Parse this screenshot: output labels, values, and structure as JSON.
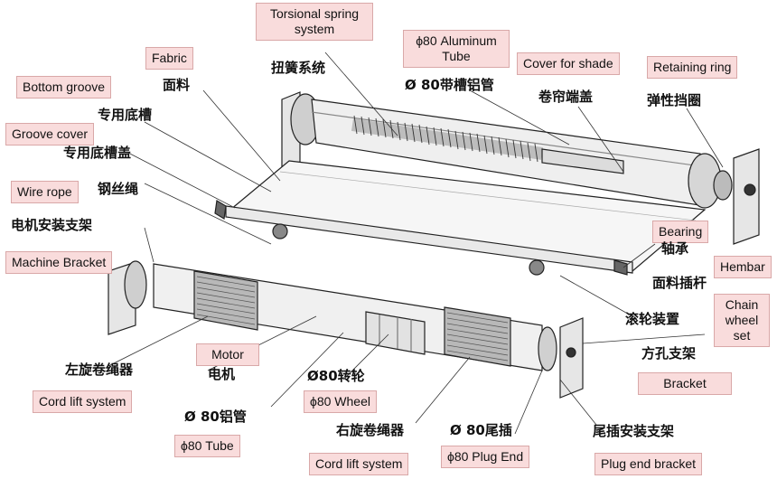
{
  "labels_en": {
    "torsional_spring": "Torsional spring system",
    "aluminum_tube": "ϕ80 Aluminum Tube",
    "cover_shade": "Cover for shade",
    "retaining_ring": "Retaining ring",
    "fabric": "Fabric",
    "bottom_groove": "Bottom groove",
    "groove_cover": "Groove cover",
    "wire_rope": "Wire rope",
    "machine_bracket": "Machine Bracket",
    "bearing": "Bearing",
    "hembar": "Hembar",
    "chain_wheel": "Chain wheel set",
    "bracket": "Bracket",
    "motor": "Motor",
    "cord_lift_left": "Cord lift system",
    "wheel": "ϕ80 Wheel",
    "tube": "ϕ80 Tube",
    "cord_lift_right": "Cord lift system",
    "plug_end": "ϕ80 Plug End",
    "plug_end_bracket": "Plug end bracket"
  },
  "labels_zh": {
    "torsional_spring": "扭簧系统",
    "aluminum_tube": "Ø 80带槽铝管",
    "cover_shade": "卷帘端盖",
    "retaining_ring": "弹性挡圈",
    "fabric": "面料",
    "bottom_groove": "专用底槽",
    "groove_cover": "专用底槽盖",
    "wire_rope": "钢丝绳",
    "machine_bracket": "电机安装支架",
    "bearing": "轴承",
    "hembar": "面料插杆",
    "chain_wheel": "滚轮装置",
    "bracket": "方孔支架",
    "cord_lift_left": "左旋卷绳器",
    "motor": "电机",
    "wheel": "Ø80转轮",
    "tube": "Ø 80铝管",
    "cord_lift_right": "右旋卷绳器",
    "plug_end": "Ø 80尾插",
    "plug_end_bracket": "尾插安装支架"
  }
}
